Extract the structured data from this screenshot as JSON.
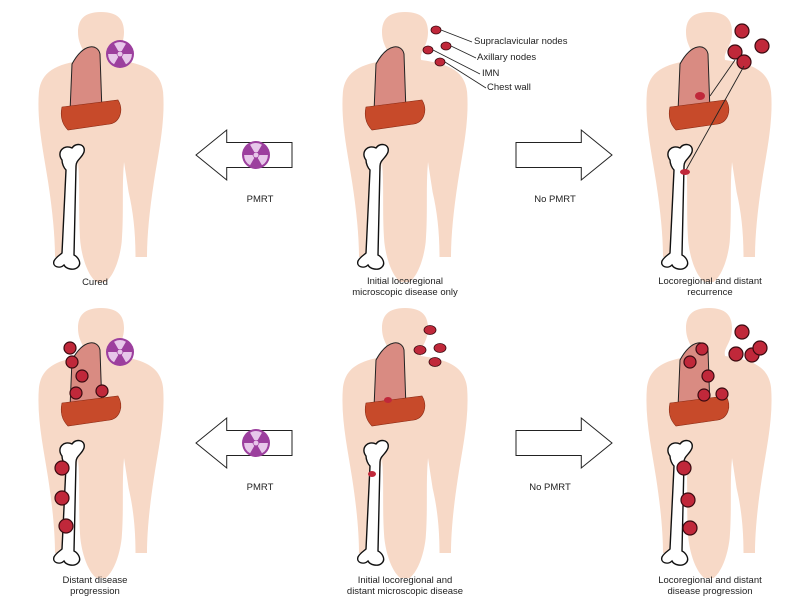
{
  "annotations": {
    "supraclavicular": "Supraclavicular nodes",
    "axillary": "Axillary nodes",
    "imn": "IMN",
    "chest_wall": "Chest wall"
  },
  "arrows": {
    "top_left": "PMRT",
    "top_right": "No PMRT",
    "bottom_left": "PMRT",
    "bottom_right": "No PMRT"
  },
  "captions": {
    "top_left": "Cured",
    "top_center_1": "Initial locoregional",
    "top_center_2": "microscopic disease only",
    "top_right_1": "Locoregional and distant",
    "top_right_2": "recurrence",
    "bottom_left_1": "Distant disease",
    "bottom_left_2": "progression",
    "bottom_center_1": "Initial locoregional and",
    "bottom_center_2": "distant microscopic disease",
    "bottom_right_1": "Locoregional and distant",
    "bottom_right_2": "disease progression"
  },
  "colors": {
    "skin": "#f7d9c7",
    "lung": "#d98b82",
    "liver": "#c74a2a",
    "lesion": "#c0283a",
    "radiation": "#9c3f9e",
    "bone": "#ffffff"
  }
}
